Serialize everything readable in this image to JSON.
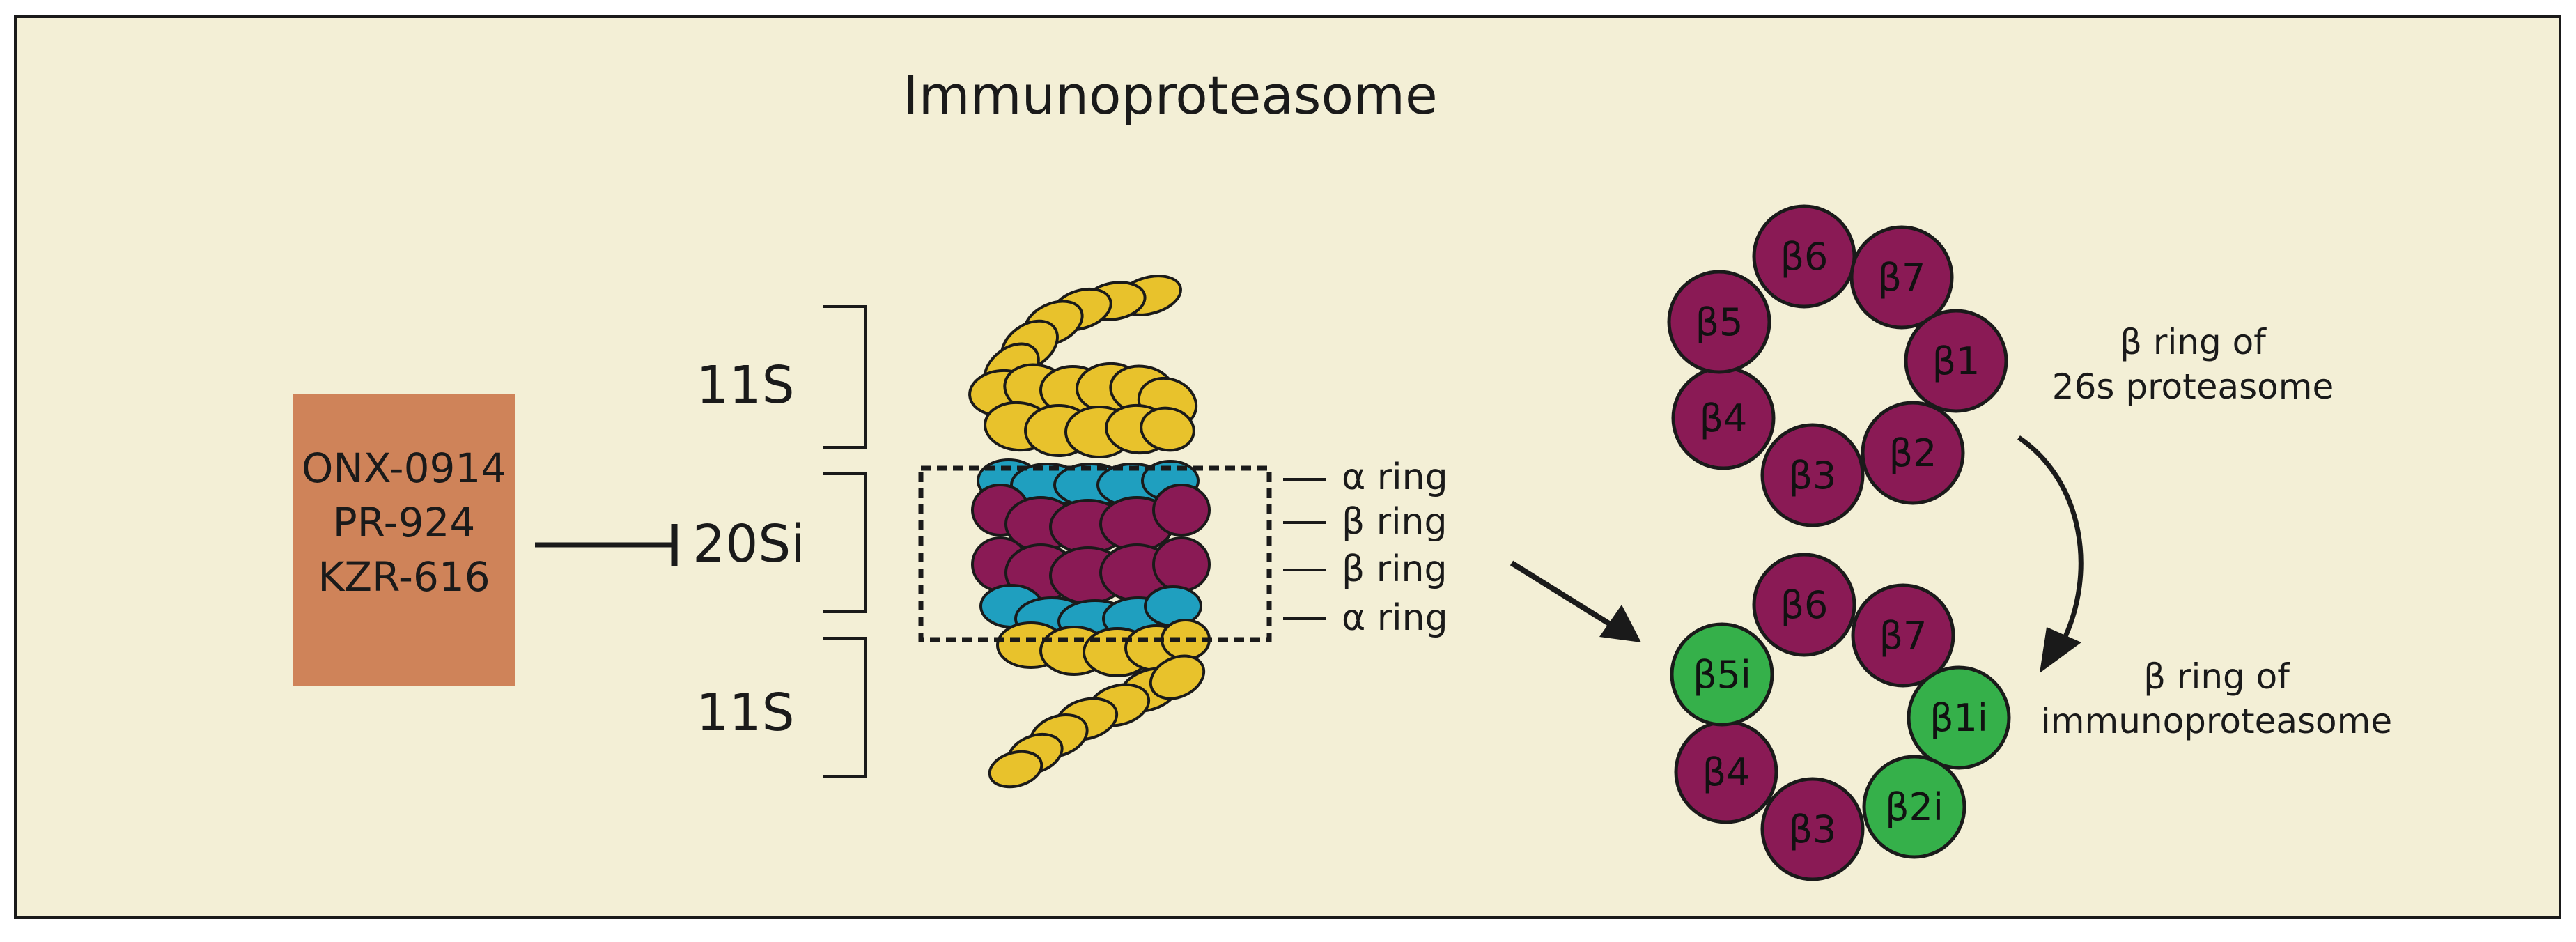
{
  "title": "Immunoproteasome",
  "inhibitors": [
    "ONX-0914",
    "PR-924",
    "KZR-616"
  ],
  "complex_labels": {
    "top_cap": "11S",
    "core": "20Si",
    "bottom_cap": "11S"
  },
  "ring_labels": [
    "α ring",
    "β ring",
    "β ring",
    "α ring"
  ],
  "rings": {
    "constitutive": {
      "caption_line1": "β ring of",
      "caption_line2": "26s proteasome",
      "subunits": [
        "β6",
        "β7",
        "β1",
        "β2",
        "β3",
        "β4",
        "β5"
      ]
    },
    "immuno": {
      "caption_line1": "β ring of",
      "caption_line2": "immunoproteasome",
      "subunits": [
        "β6",
        "β7",
        "β1i",
        "β2i",
        "β3",
        "β4",
        "β5i"
      ]
    }
  },
  "colors": {
    "background": "#f3efd6",
    "inhibitor_box": "#cf8359",
    "beta_standard": "#8a1a55",
    "beta_immuno": "#35b04a",
    "alpha": "#1f9fbf",
    "cap": "#e8c22c",
    "outline": "#1a1a1a"
  }
}
